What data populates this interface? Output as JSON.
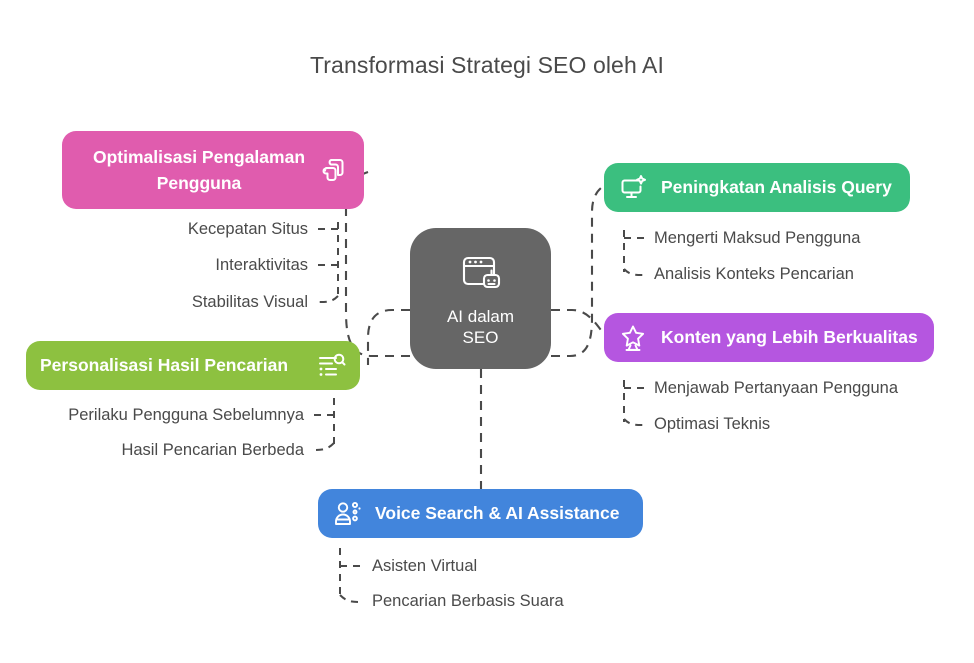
{
  "title": "Transformasi Strategi SEO oleh AI",
  "colors": {
    "background": "#ffffff",
    "title_text": "#4a4a4a",
    "leaf_text": "#4a4a4a",
    "connector": "#4a4a4a",
    "central": "#666666",
    "ux": "#E05CAE",
    "query": "#3BBF7F",
    "konten": "#B556E0",
    "personalisasi": "#8DC140",
    "voice": "#4285DC"
  },
  "central": {
    "label": "AI dalam SEO",
    "line1": "AI dalam",
    "line2": "SEO",
    "icon": "browser-robot-icon"
  },
  "branches": [
    {
      "id": "ux",
      "label": "Optimalisasi Pengalaman Pengguna",
      "icon": "cursor-tap-icon",
      "color": "#E05CAE",
      "icon_position": "right",
      "leaves": [
        {
          "label": "Kecepatan Situs"
        },
        {
          "label": "Interaktivitas"
        },
        {
          "label": "Stabilitas Visual"
        }
      ]
    },
    {
      "id": "query",
      "label": "Peningkatan Analisis Query",
      "icon": "monitor-sparkle-icon",
      "color": "#3BBF7F",
      "icon_position": "left",
      "leaves": [
        {
          "label": "Mengerti Maksud Pengguna"
        },
        {
          "label": "Analisis Konteks Pencarian"
        }
      ]
    },
    {
      "id": "konten",
      "label": "Konten yang Lebih Berkualitas",
      "icon": "star-trophy-icon",
      "color": "#B556E0",
      "icon_position": "left",
      "leaves": [
        {
          "label": "Menjawab Pertanyaan Pengguna"
        },
        {
          "label": "Optimasi Teknis"
        }
      ]
    },
    {
      "id": "personalisasi",
      "label": "Personalisasi Hasil Pencarian",
      "icon": "list-search-icon",
      "color": "#8DC140",
      "icon_position": "right",
      "leaves": [
        {
          "label": "Perilaku Pengguna Sebelumnya"
        },
        {
          "label": "Hasil Pencarian Berbeda"
        }
      ]
    },
    {
      "id": "voice",
      "label": "Voice Search & AI Assistance",
      "icon": "robot-assistant-icon",
      "color": "#4285DC",
      "icon_position": "left",
      "leaves": [
        {
          "label": "Asisten Virtual"
        },
        {
          "label": "Pencarian Berbasis Suara"
        }
      ]
    }
  ]
}
